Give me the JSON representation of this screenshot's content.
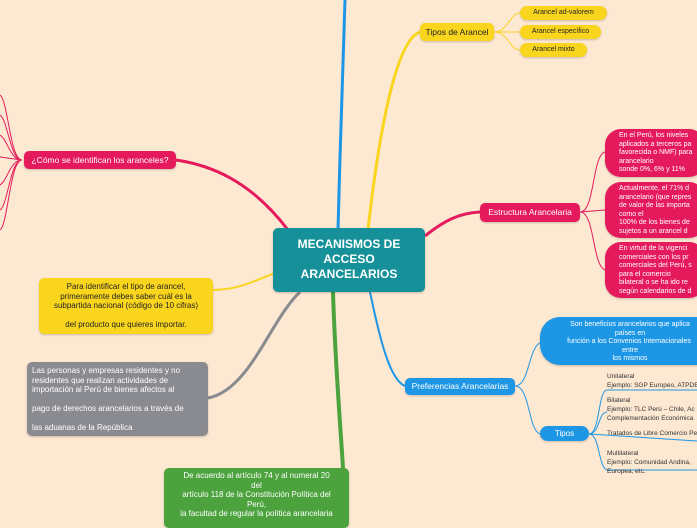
{
  "center": {
    "title": "MECANISMOS DE\nACCESO\nARANCELARIOS"
  },
  "tipos_arancel": {
    "label": "Tipos de Arancel",
    "items": [
      "Arancel ad-valorem",
      "Arancel específico",
      "Arancel mixto"
    ]
  },
  "como_identificar": {
    "label": "¿Cómo se identifican los aranceles?"
  },
  "estructura": {
    "label": "Estructura Arancelaria",
    "items": [
      "En el Perú, los niveles\naplicados a terceros pa\nfavorecida o NMF) para\narancelario\nsonde 0%, 6% y 11%",
      "Actualmente, el 71% d\narancelario (que repres\nde valor de las importa\ncomo el\n100% de los bienes de\nsujetos a un arancel d",
      "En virtud de la vigenci\ncomerciales con los pr\ncomerciales del Perú, s\npara el comercio\nbilateral o se ha ido re\nsegún calendarios de d"
    ]
  },
  "identificar_tipo": {
    "text": "Para identificar el tipo de arancel,\nprimeramente debes saber cuál es la\nsubpartida nacional (código de 10 cifras)\n\ndel producto que quieres importar."
  },
  "personas": {
    "text": "Las personas y empresas residentes y no\nresidentes que realizan actividades de\nimportación al Perú de bienes afectos al\n\npago de derechos arancelarios a través de\n\nlas aduanas de la República"
  },
  "constitucion": {
    "text": "De acuerdo al artículo 74 y al numeral 20\ndel\nartículo 118 de la Constitución Política del\nPerú,\nla facultad de regular la política arancelaria"
  },
  "preferencias": {
    "label": "Preferencias Arancelarias",
    "description": "Son beneficios arancelarios que aplica\npaíses en\nfunción a los Convenios Internacionales \nentre\nlos mismos",
    "tipos_label": "Tipos",
    "tipos": [
      "Unilateral\nEjemplo: SGP Europeo, ATPDE",
      "Bilateral\nEjemplo: TLC Perú – Chile, Ac\nComplementación Económica",
      "Tratados de Libre Comercio Pe",
      "Multilateral\nEjemplo: Comunidad Andina,\nEuropea, etc."
    ]
  },
  "colors": {
    "background": "#fde8d2",
    "center": "#16919a",
    "yellow": "#fad51e",
    "pink": "#e51a5c",
    "blue": "#1e96e6",
    "grey": "#8a8b90",
    "green": "#4ca23d"
  }
}
